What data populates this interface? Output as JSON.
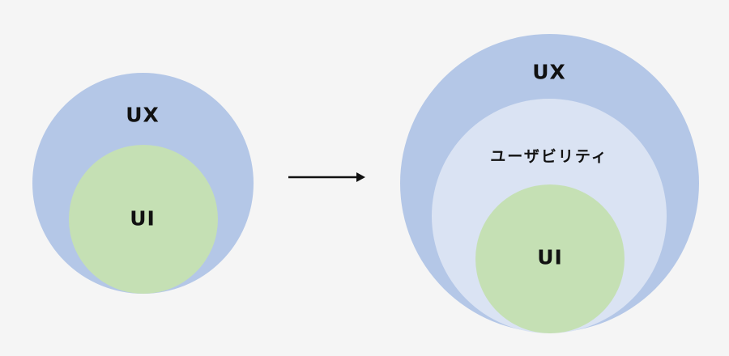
{
  "colors": {
    "background": "#f5f5f5",
    "ux": "#b4c7e7",
    "usability": "#dae3f3",
    "ui": "#c5e0b4",
    "text": "#111111",
    "arrow": "#111111"
  },
  "left": {
    "outer_label": "UX",
    "inner_label": "UI"
  },
  "right": {
    "outer_label": "UX",
    "middle_label": "ユーザビリティ",
    "inner_label": "UI"
  }
}
